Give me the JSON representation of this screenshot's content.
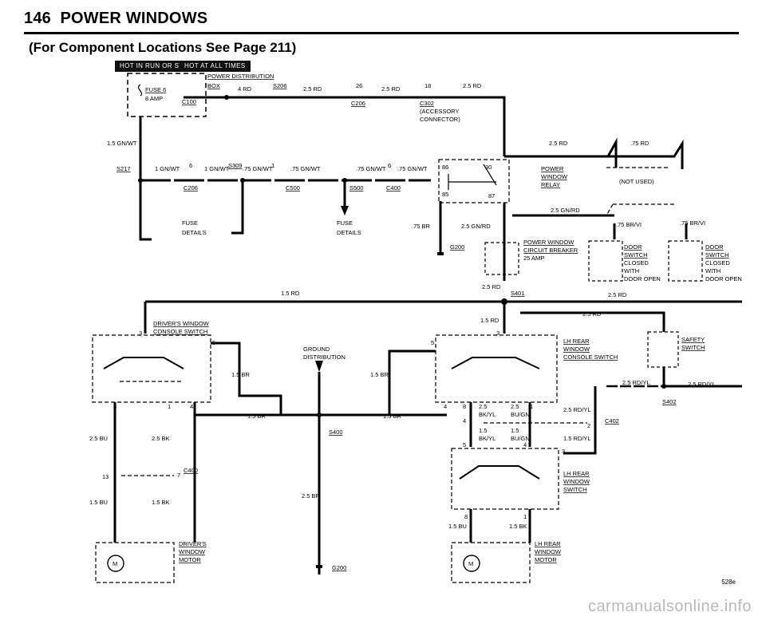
{
  "header": {
    "page_number": "146",
    "section_title": "POWER WINDOWS",
    "subtitle": "(For Component Locations See Page 211)",
    "badge_run": "HOT IN RUN OR START",
    "badge_all": "HOT AT ALL TIMES"
  },
  "diagram": {
    "power_distribution": "POWER DISTRIBUTION",
    "box": "BOX",
    "fuse": "FUSE 6",
    "fuse_amp": "8 AMP",
    "c100": "C100",
    "s206": "S206",
    "w_4rd": "4 RD",
    "w_25rd": "2.5 RD",
    "pin26": "26",
    "pin18": "18",
    "c206": "C206",
    "c302": "C302",
    "accessory": "(ACCESSORY",
    "connector": "CONNECTOR)",
    "w_15gnwt": "1.5 GN/WT",
    "s217": "S217",
    "w_1gnwt": "1 GN/WT",
    "pin6": "6",
    "s309": "S309",
    "w_75gnwt": ".75 GN/WT",
    "pin1": "1",
    "c500": "C500",
    "s500": "S500",
    "c400": "C400",
    "fuse_details": "FUSE",
    "details": "DETAILS",
    "w_75br": ".75 BR",
    "g200": "G200",
    "pin86": "86",
    "pin30": "30",
    "pin85": "85",
    "pin87": "87",
    "relay1": "POWER",
    "relay2": "WINDOW",
    "relay3": "RELAY",
    "w_75rd": ".75 RD",
    "not_used": "(NOT USED)",
    "w_25gnrd": "2.5 GN/RD",
    "w_75brvi": ".75 BR/VI",
    "cb1": "POWER WINDOW",
    "cb2": "CIRCUIT BREAKER",
    "cb3": "25 AMP",
    "ds1": "DOOR",
    "ds2": "SWITCH",
    "ds3": "CLOSED",
    "ds4": "WITH",
    "ds5": "DOOR OPEN",
    "s401": "S401",
    "w_15rd": "1.5 RD",
    "dwcs1": "DRIVER'S WINDOW",
    "dwcs2": "CONSOLE SWITCH",
    "pin3": "3",
    "pin5": "5",
    "pin8": "8",
    "pin4": "4",
    "pin7": "7",
    "pin13": "13",
    "gd1": "GROUND",
    "gd2": "DISTRIBUTION",
    "w_15br": "1.5 BR",
    "w_25br": "2.5 BR",
    "s400": "S400",
    "lrcs1": "LH REAR",
    "lrcs2": "WINDOW",
    "lrcs3": "CONSOLE SWITCH",
    "saf1": "SAFETY",
    "saf2": "SWITCH",
    "w_25rdyl": "2.5 RD/YL",
    "w_15rdyl": "1.5 RD/YL",
    "s402": "S402",
    "c402": "C402",
    "pin2": "2",
    "w_25": "2.5",
    "w_15": "1.5",
    "bkyl": "BK/YL",
    "bugn": "BU/GN",
    "w_25bu": "2.5 BU",
    "w_25bk": "2.5 BK",
    "w_15bu": "1.5 BU",
    "w_15bk": "1.5 BK",
    "lrws1": "LH REAR",
    "lrws2": "WINDOW",
    "lrws3": "SWITCH",
    "dm1": "DRIVER'S",
    "dm2": "WINDOW",
    "dm3": "MOTOR",
    "rm1": "LH REAR",
    "rm2": "WINDOW",
    "rm3": "MOTOR",
    "motor": "M"
  },
  "footer": {
    "page_code": "528e",
    "watermark": "carmanualsonline.info"
  }
}
